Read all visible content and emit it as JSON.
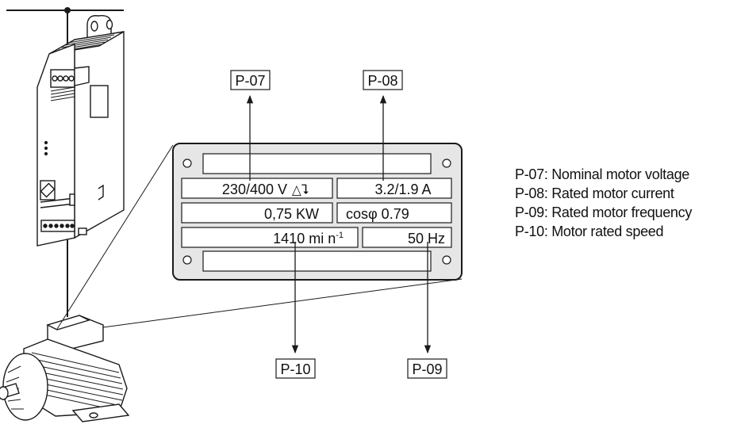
{
  "nameplate": {
    "voltage": "230/400 V",
    "connection_symbol": "△⮧",
    "current": "3.2/1.9  A",
    "power": "0,75 KW",
    "cos_phi": "cosφ 0.79",
    "speed": "1410 mi n",
    "speed_exp": "-1",
    "frequency": "50 Hz"
  },
  "parameter_tags": {
    "p07": "P-07",
    "p08": "P-08",
    "p09": "P-09",
    "p10": "P-10"
  },
  "legend": [
    "P-07: Nominal motor voltage",
    "P-08: Rated motor current",
    "P-09: Rated motor frequency",
    "P-10: Motor rated speed"
  ],
  "colors": {
    "plate_fill": "#e6e6e6",
    "line": "#1a1a1a",
    "device_fill": "#ffffff"
  }
}
